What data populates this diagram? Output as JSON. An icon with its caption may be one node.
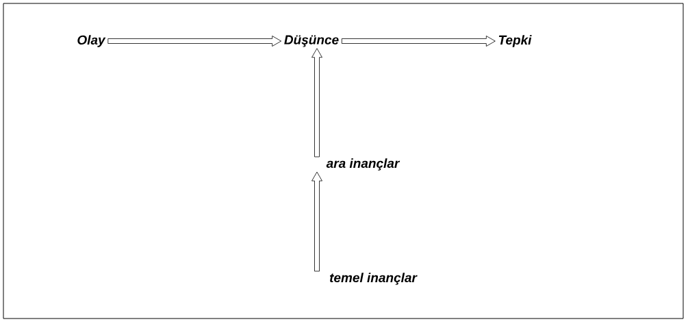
{
  "diagram": {
    "nodes": [
      {
        "text": [
          "Olay"
        ]
      },
      {
        "text": [
          "Düşünce"
        ]
      },
      {
        "text": [
          "Tepki"
        ]
      },
      {
        "text": [
          "ara inançlar"
        ]
      },
      {
        "text": [
          "temel inançlar"
        ]
      }
    ],
    "edges": [
      {
        "from": 0,
        "to": 1,
        "arrow": "to"
      },
      {
        "from": 1,
        "to": 2,
        "arrow": "to"
      },
      {
        "from": 3,
        "to": 1,
        "arrow": "to"
      },
      {
        "from": 4,
        "to": 3,
        "arrow": "to"
      }
    ]
  }
}
